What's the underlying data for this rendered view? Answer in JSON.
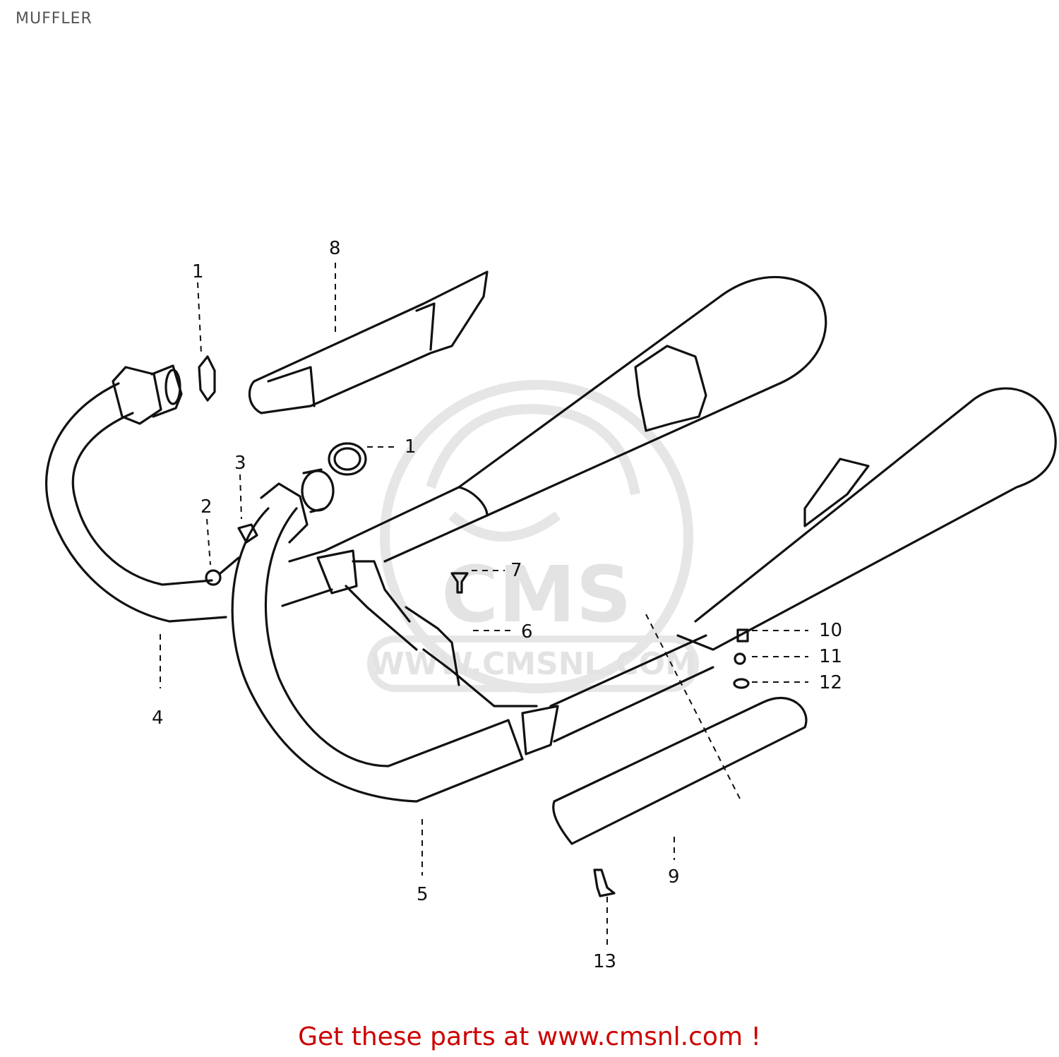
{
  "header": {
    "title": "MUFFLER"
  },
  "watermark": {
    "brand": "CMS",
    "url": "WWW.CMSNL.COM"
  },
  "callouts": [
    "1",
    "1",
    "2",
    "3",
    "4",
    "5",
    "6",
    "7",
    "8",
    "9",
    "10",
    "11",
    "12",
    "13"
  ],
  "footer": {
    "text": "Get these parts at www.cmsnl.com !"
  },
  "colors": {
    "footer": "#cc0000",
    "title": "#555555",
    "lines": "#111111",
    "watermark": "#e3e3e3"
  }
}
